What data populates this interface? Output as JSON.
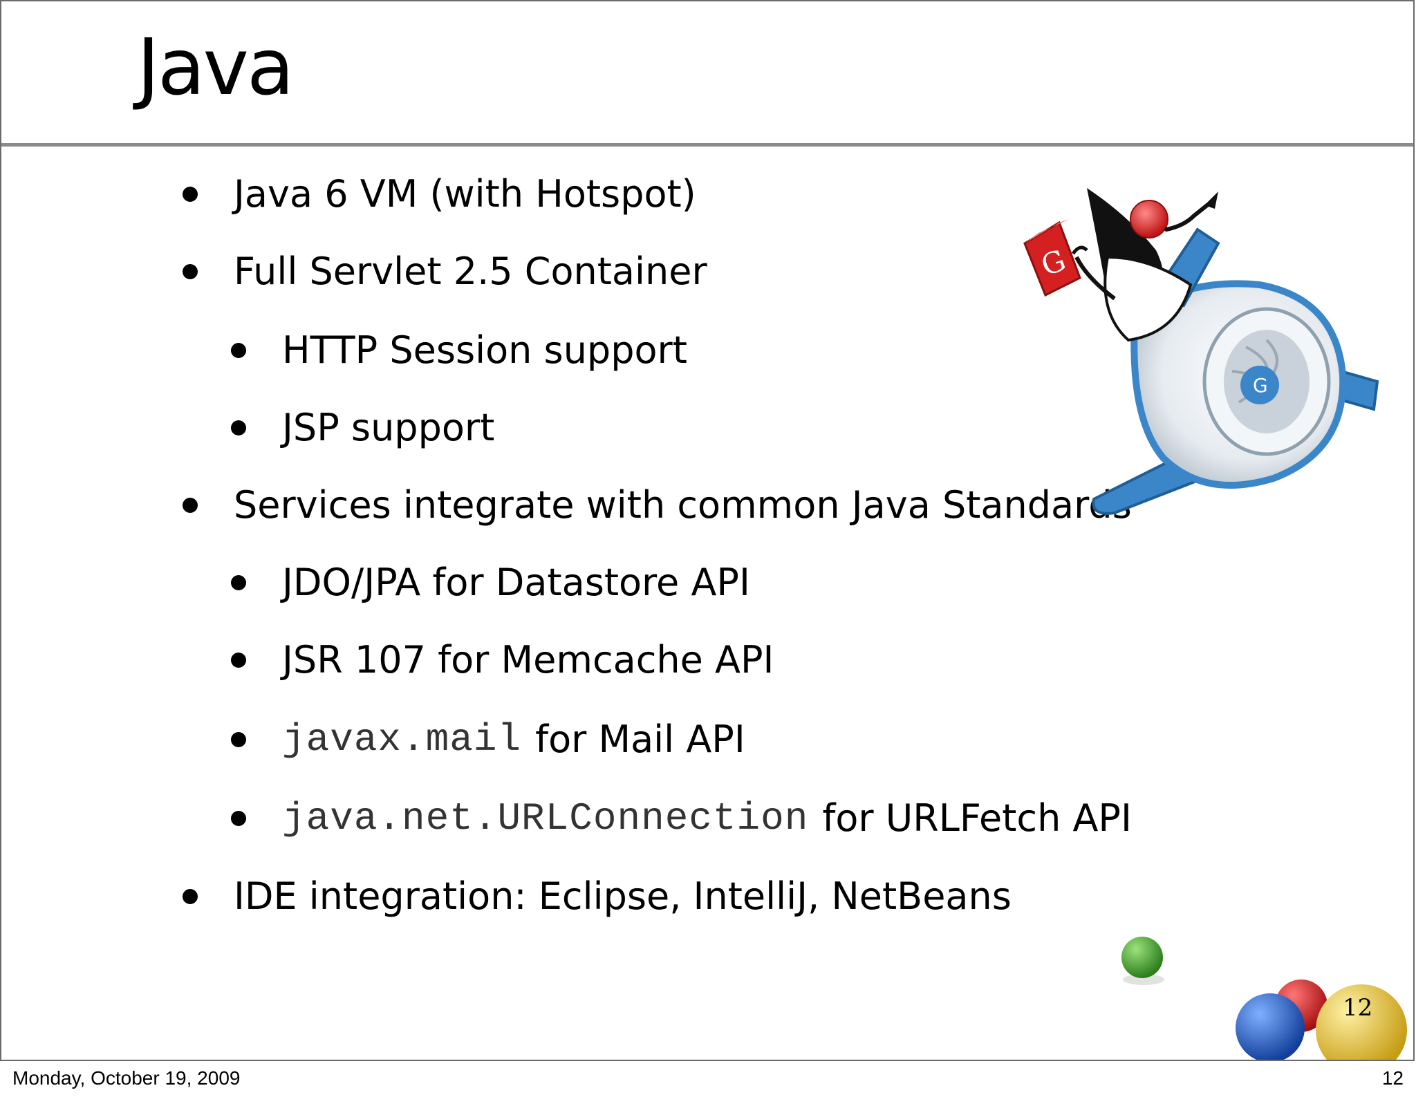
{
  "slide": {
    "title": "Java",
    "page_number_badge": "12",
    "bullets": [
      {
        "level": 1,
        "text": "Java 6 VM (with Hotspot)"
      },
      {
        "level": 1,
        "text": "Full Servlet 2.5 Container"
      },
      {
        "level": 2,
        "text": "HTTP Session support"
      },
      {
        "level": 2,
        "text": "JSP support"
      },
      {
        "level": 1,
        "text": "Services integrate with common Java Standards"
      },
      {
        "level": 2,
        "text": "JDO/JPA for Datastore API"
      },
      {
        "level": 2,
        "text": "JSR 107 for Memcache API"
      },
      {
        "level": 2,
        "code": "javax.mail",
        "text": "for Mail API"
      },
      {
        "level": 2,
        "code": "java.net.URLConnection",
        "text": "for URLFetch API"
      },
      {
        "level": 1,
        "text": "IDE integration:  Eclipse, IntelliJ, NetBeans"
      }
    ]
  },
  "footer": {
    "date": "Monday, October 19, 2009",
    "page": "12"
  },
  "colors": {
    "ball_green": "#3a9a2a",
    "ball_red": "#d42020",
    "ball_blue": "#1f5fd0",
    "ball_yellow": "#e3bc2a",
    "engine_blue": "#3b86c9",
    "duke_red": "#e12a2a"
  },
  "icons": [
    "duke-app-engine-mascot",
    "google-colored-balls-logo"
  ]
}
